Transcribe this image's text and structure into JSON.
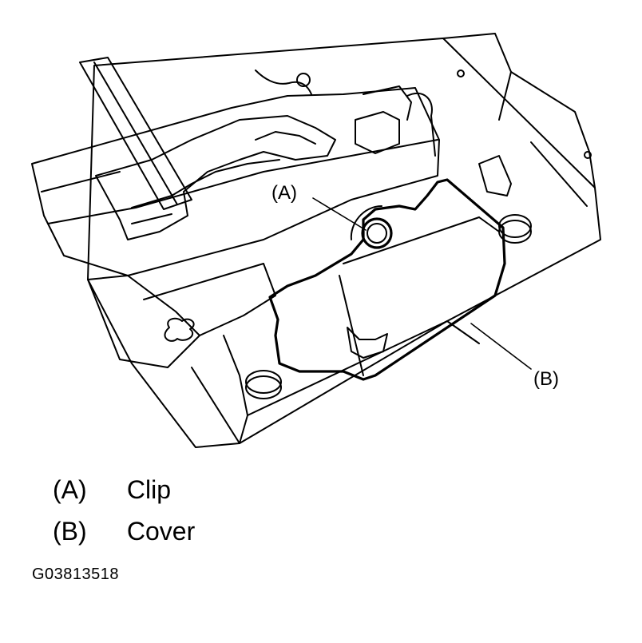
{
  "callouts": {
    "a": "(A)",
    "b": "(B)"
  },
  "legend": [
    {
      "key": "(A)",
      "label": "Clip"
    },
    {
      "key": "(B)",
      "label": "Cover"
    }
  ],
  "figure_id": "G03813518"
}
